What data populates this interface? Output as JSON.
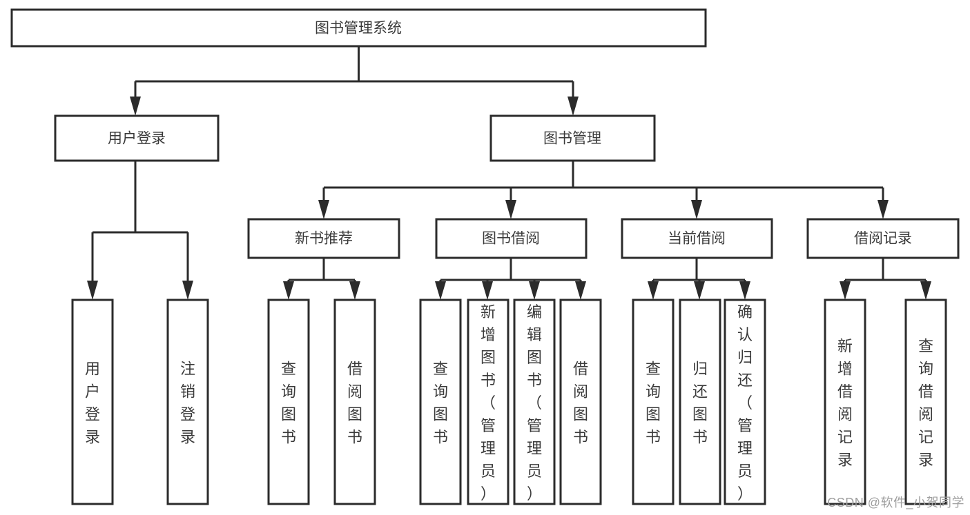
{
  "diagram": {
    "title": "图书管理系统",
    "type": "tree",
    "orientation": "top-down",
    "colors": {
      "box_stroke": "#2b2b2b",
      "box_fill": "#ffffff",
      "connector": "#2b2b2b",
      "text": "#3a3a3a",
      "watermark": "#9e9e9e",
      "background": "#ffffff"
    },
    "root": {
      "id": "root",
      "label": "图书管理系统",
      "orientation": "horizontal"
    },
    "level2": [
      {
        "id": "user-login",
        "label": "用户登录",
        "orientation": "horizontal"
      },
      {
        "id": "book-management",
        "label": "图书管理",
        "orientation": "horizontal"
      }
    ],
    "level3": [
      {
        "id": "new-book-recommend",
        "label": "新书推荐",
        "orientation": "horizontal",
        "parent": "book-management"
      },
      {
        "id": "book-borrow",
        "label": "图书借阅",
        "orientation": "horizontal",
        "parent": "book-management"
      },
      {
        "id": "current-borrow",
        "label": "当前借阅",
        "orientation": "horizontal",
        "parent": "book-management"
      },
      {
        "id": "borrow-record",
        "label": "借阅记录",
        "orientation": "horizontal",
        "parent": "book-management"
      }
    ],
    "leaves": [
      {
        "id": "leaf-user-login",
        "label": "用户登录",
        "orientation": "vertical",
        "parent": "user-login"
      },
      {
        "id": "leaf-logout-login",
        "label": "注销登录",
        "orientation": "vertical",
        "parent": "user-login"
      },
      {
        "id": "leaf-query-book-1",
        "label": "查询图书",
        "orientation": "vertical",
        "parent": "new-book-recommend"
      },
      {
        "id": "leaf-borrow-book-1",
        "label": "借阅图书",
        "orientation": "vertical",
        "parent": "new-book-recommend"
      },
      {
        "id": "leaf-query-book-2",
        "label": "查询图书",
        "orientation": "vertical",
        "parent": "book-borrow"
      },
      {
        "id": "leaf-add-book",
        "label": "新增图书（管理员）",
        "orientation": "vertical",
        "parent": "book-borrow"
      },
      {
        "id": "leaf-edit-book",
        "label": "编辑图书（管理员）",
        "orientation": "vertical",
        "parent": "book-borrow"
      },
      {
        "id": "leaf-borrow-book-2",
        "label": "借阅图书",
        "orientation": "vertical",
        "parent": "book-borrow"
      },
      {
        "id": "leaf-query-book-3",
        "label": "查询图书",
        "orientation": "vertical",
        "parent": "current-borrow"
      },
      {
        "id": "leaf-return-book",
        "label": "归还图书",
        "orientation": "vertical",
        "parent": "current-borrow"
      },
      {
        "id": "leaf-confirm-return",
        "label": "确认归还（管理员）",
        "orientation": "vertical",
        "parent": "current-borrow"
      },
      {
        "id": "leaf-add-record",
        "label": "新增借阅记录",
        "orientation": "vertical",
        "parent": "borrow-record"
      },
      {
        "id": "leaf-query-record",
        "label": "查询借阅记录",
        "orientation": "vertical",
        "parent": "borrow-record"
      }
    ],
    "watermark": "CSDN @软件_小贺同学"
  }
}
